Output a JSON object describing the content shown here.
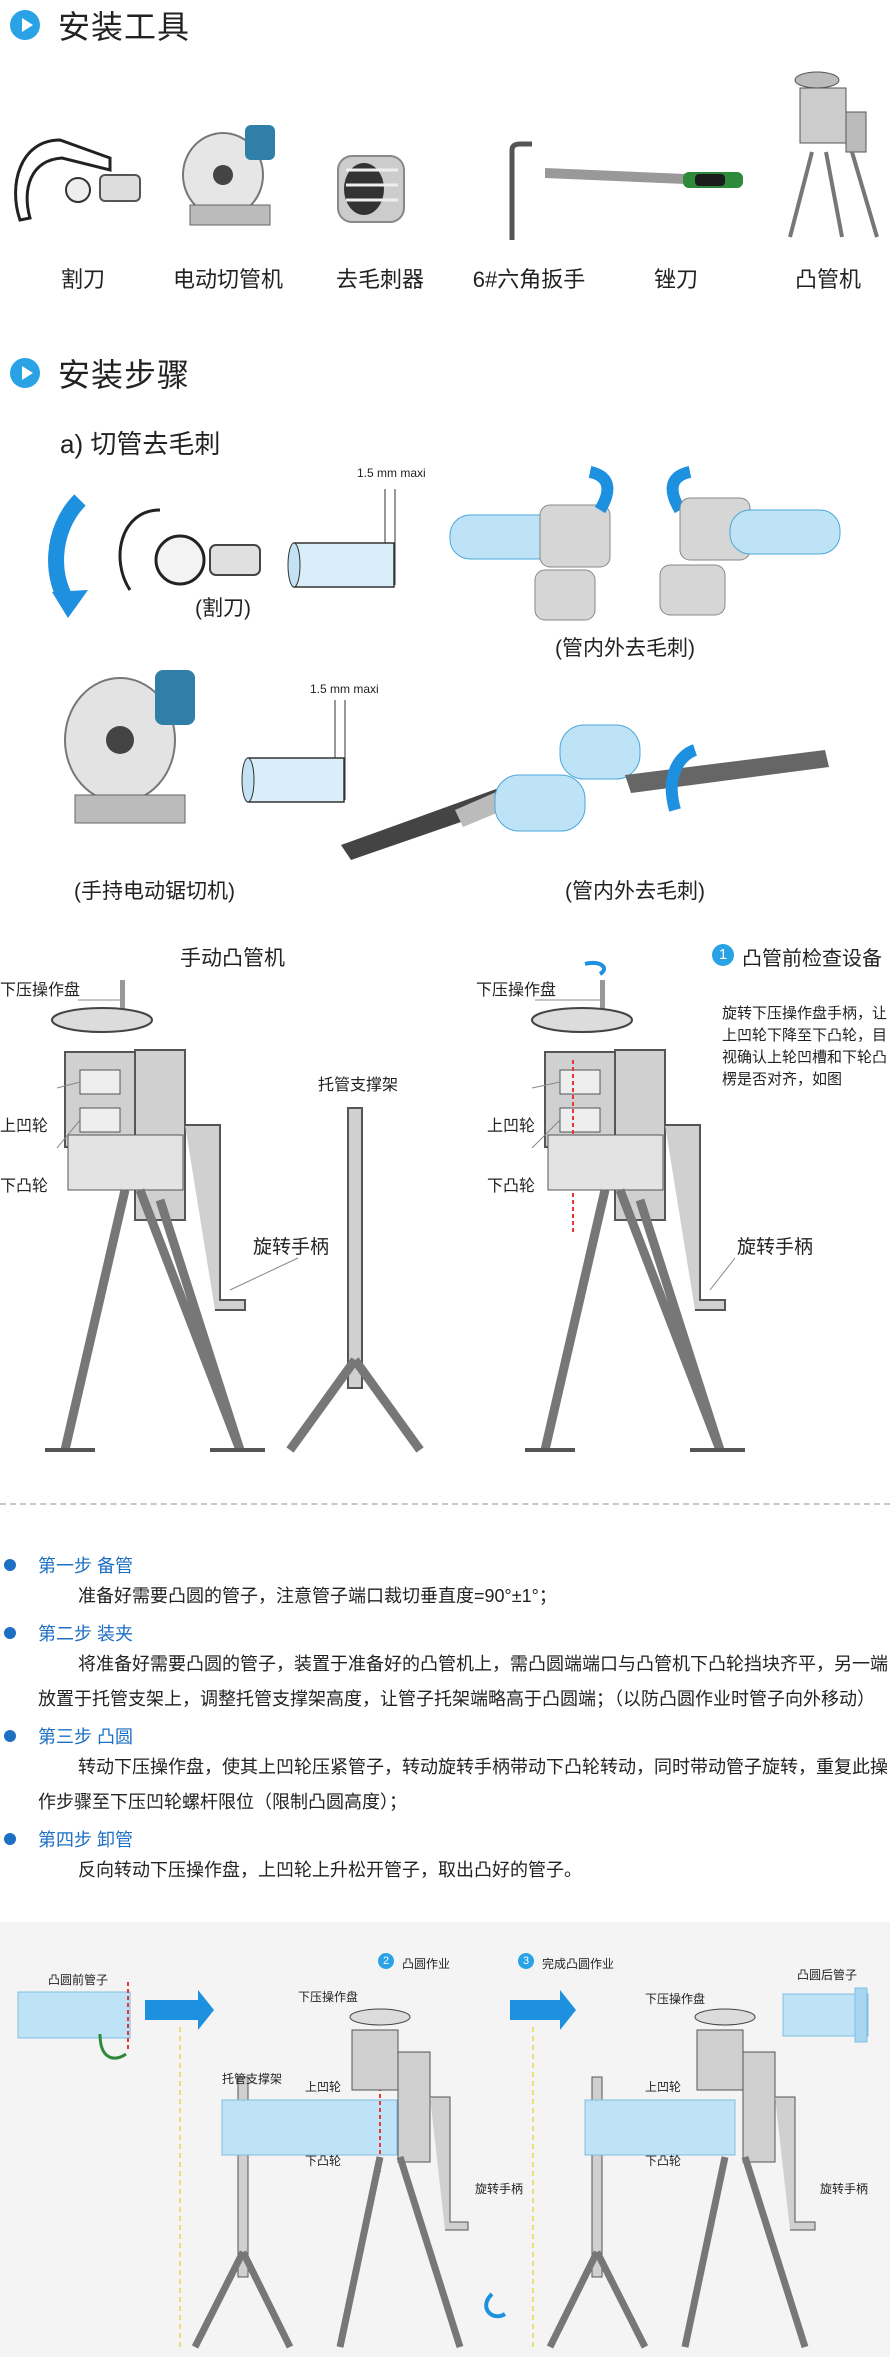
{
  "tools": {
    "heading": "安装工具",
    "items": [
      {
        "label": "割刀"
      },
      {
        "label": "电动切管机"
      },
      {
        "label": "去毛刺器"
      },
      {
        "label": "6#六角扳手"
      },
      {
        "label": "锉刀"
      },
      {
        "label": "凸管机"
      }
    ]
  },
  "steps_section": {
    "heading": "安装步骤",
    "sub_a": "a) 切管去毛刺",
    "dim_label": "1.5 mm maxi",
    "cutter_caption": "(割刀)",
    "deburr_caption_1": "(管内外去毛刺)",
    "saw_caption": "(手持电动锯切机)",
    "deburr_caption_2": "(管内外去毛刺)"
  },
  "machine_diagram": {
    "title": "手动凸管机",
    "lower_disk": "下压操作盘",
    "upper_wheel": "上凹轮",
    "lower_wheel": "下凸轮",
    "handle": "旋转手柄",
    "stand": "托管支撑架",
    "check_num": "1",
    "check_title": "凸管前检查设备",
    "check_text": [
      "旋转下压操作盘手柄，让",
      "上凹轮下降至下凸轮，目",
      "视确认上轮凹槽和下轮凸",
      "楞是否对齐，如图"
    ]
  },
  "procedure": [
    {
      "title": "第一步 备管",
      "lines": [
        "准备好需要凸圆的管子，注意管子端口裁切垂直度=90°±1°；"
      ]
    },
    {
      "title": "第二步 装夹",
      "lines": [
        "将准备好需要凸圆的管子，装置于准备好的凸管机上，需凸圆端端口与凸管机下凸轮挡块齐平，另一端",
        "放置于托管支架上，调整托管支撑架高度，让管子托架端略高于凸圆端；（以防凸圆作业时管子向外移动）"
      ]
    },
    {
      "title": "第三步 凸圆",
      "lines": [
        "转动下压操作盘，使其上凹轮压紧管子，转动旋转手柄带动下凸轮转动，同时带动管子旋转，重复此操",
        "作步骤至下压凹轮螺杆限位（限制凸圆高度）；"
      ]
    },
    {
      "title": "第四步 卸管",
      "lines": [
        "反向转动下压操作盘，上凹轮上升松开管子，取出凸好的管子。"
      ]
    }
  ],
  "bottom_diagram": {
    "before_pipe": "凸圆前管子",
    "step2_num": "2",
    "step2": "凸圆作业",
    "step3_num": "3",
    "step3": "完成凸圆作业",
    "after_pipe": "凸圆后管子",
    "lower_disk": "下压操作盘",
    "stand": "托管支撑架",
    "upper_wheel": "上凹轮",
    "lower_wheel": "下凸轮",
    "handle": "旋转手柄"
  },
  "colors": {
    "accent": "#2aa2e6",
    "step_blue": "#1d6fc3",
    "arrow_blue": "#1e90e0",
    "machine_gray": "#c8c8c8",
    "pipe_blue": "#bfe3f6"
  }
}
